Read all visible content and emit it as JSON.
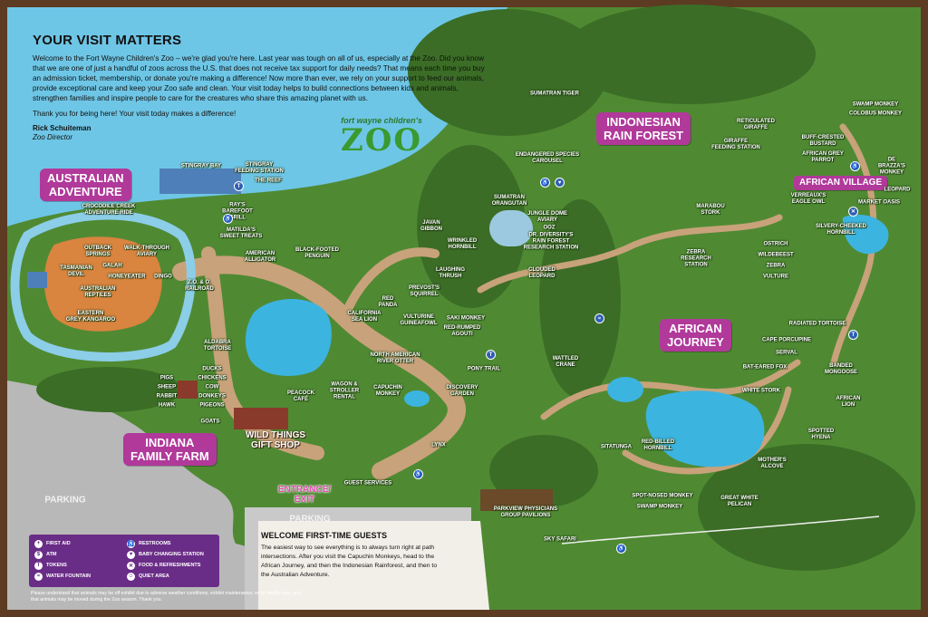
{
  "visit": {
    "title": "YOUR VISIT MATTERS",
    "paragraph1": "Welcome to the Fort Wayne Children's Zoo – we're glad you're here. Last year was tough on all of us, especially at the Zoo. Did you know that we are one of just a handful of zoos across the U.S. that does not receive tax support for daily needs? That means each time you buy an admission ticket, membership, or donate you're making a difference! Now more than ever, we rely on your support to feed our animals, provide exceptional care and keep your Zoo safe and clean. Your visit today helps to build connections between kids and animals, strengthen families and inspire people to care for the creatures who share this amazing planet with us.",
    "paragraph2": "Thank you for being here! Your visit today makes a difference!",
    "signature_name": "Rick Schuiteman",
    "signature_role": "Zoo Director"
  },
  "logo": {
    "small_text": "fort wayne children's",
    "big_text": "ZOO"
  },
  "regions": {
    "australian": "AUSTRALIAN\nADVENTURE",
    "indonesian": "INDONESIAN\nRAIN FOREST",
    "african_journey": "AFRICAN\nJOURNEY",
    "african_village": "AFRICAN VILLAGE",
    "indiana": "INDIANA\nFAMILY FARM"
  },
  "labels": {
    "crocodile": "CROCODILE CREEK\nADVENTURE RIDE",
    "outback": "OUTBACK\nSPRINGS",
    "walkthrough": "WALK-THROUGH\nAVIARY",
    "galah": "GALAH",
    "tasmanian": "TASMANIAN\nDEVIL",
    "honeyeater": "HONEYEATER",
    "dingo": "DINGO",
    "reptiles": "AUSTRALIAN\nREPTILES",
    "kangaroo": "EASTERN\nGREY KANGAROO",
    "stingray_bay": "STINGRAY BAY",
    "stingray_feeding": "STINGRAY\nFEEDING STATION",
    "reef": "THE REEF",
    "rays": "RAY'S\nBAREFOOT\nGRILL",
    "matildas": "MATILDA'S\nSWEET TREATS",
    "alligator": "AMERICAN\nALLIGATOR",
    "penguin": "BLACK-FOOTED\nPENGUIN",
    "railroad": "Z.O. & O.\nRAILROAD",
    "sea_lion": "CALIFORNIA\nSEA LION",
    "aldabra": "ALDABRA\nTORTOISE",
    "red_panda": "RED\nPANDA",
    "vulture_guinea": "VULTURINE\nGUINEAFOWL",
    "prevost": "PREVOST'S\nSQUIRREL",
    "saki": "SAKI MONKEY",
    "agouti": "RED-RUMPED\nAGOUTI",
    "laughing": "LAUGHING\nTHRUSH",
    "river_otter": "NORTH AMERICAN\nRIVER OTTER",
    "pony": "PONY TRAIL",
    "ducks": "DUCKS",
    "pigs": "PIGS",
    "chickens": "CHICKENS",
    "sheep": "SHEEP",
    "cow": "COW",
    "rabbit": "RABBIT",
    "donkeys": "DONKEYS",
    "hawk": "HAWK",
    "pigeons": "PIGEONS",
    "goats": "GOATS",
    "peacock": "PEACOCK\nCAFÉ",
    "wagon": "WAGON &\nSTROLLER\nRENTAL",
    "capuchin": "CAPUCHIN\nMONKEY",
    "discovery": "DISCOVERY\nGARDEN",
    "lynx": "LYNX",
    "gift_shop": "WILD THINGS\nGIFT SHOP",
    "guest_services": "GUEST SERVICES",
    "entrance": "ENTRANCE/\nEXIT",
    "parking1": "PARKING",
    "parking2": "PARKING",
    "sumatran_tiger": "SUMATRAN TIGER",
    "carousel": "ENDANGERED SPECIES\nCAROUSEL",
    "orangutan": "SUMATRAN\nORANGUTAN",
    "jungle_dome": "JUNGLE DOME\nAVIARY",
    "javan": "JAVAN\nGIBBON",
    "wrinkled": "WRINKLED\nHORNBILL",
    "ooz": "OOZ",
    "research": "DR. DIVERSITY'S\nRAIN FOREST\nRESEARCH STATION",
    "clouded": "CLOUDED\nLEOPARD",
    "wattled": "WATTLED\nCRANE",
    "sitatunga": "SITATUNGA",
    "red_billed": "RED-BILLED\nHORNBILL",
    "spot_nosed": "SPOT-NOSED MONKEY",
    "swamp_monkey2": "SWAMP MONKEY",
    "white_pelican": "GREAT WHITE\nPELICAN",
    "mothers": "MOTHER'S\nALCOVE",
    "parkview": "PARKVIEW PHYSICIANS\nGROUP PAVILIONS",
    "sky_safari": "SKY SAFARI",
    "reticulated": "RETICULATED\nGIRAFFE",
    "giraffe_feeding": "GIRAFFE\nFEEDING STATION",
    "buff_crested": "BUFF-CRESTED\nBUSTARD",
    "african_grey": "AFRICAN GREY\nPARROT",
    "swamp_monkey": "SWAMP MONKEY",
    "colobus": "COLOBUS MONKEY",
    "debrazza": "DE BRAZZA'S\nMONKEY",
    "leopard": "LEOPARD",
    "verreaux": "VERREAUX'S\nEAGLE OWL",
    "market": "MARKET OASIS",
    "marabou": "MARABOU\nSTORK",
    "silvery": "SILVERY-CHEEKED\nHORNBILL",
    "zebra_station": "ZEBRA\nRESEARCH\nSTATION",
    "ostrich": "OSTRICH",
    "wildebeest": "WILDEBEEST",
    "zebra": "ZEBRA",
    "vulture": "VULTURE",
    "radiated": "RADIATED TORTOISE",
    "cape": "CAPE PORCUPINE",
    "serval": "SERVAL",
    "bat_eared": "BAT-EARED FOX",
    "banded": "BANDED\nMONGOOSE",
    "white_stork": "WHITE STORK",
    "african_lion": "AFRICAN\nLION",
    "spotted_hyena": "SPOTTED\nHYENA"
  },
  "welcome": {
    "title": "WELCOME FIRST-TIME GUESTS",
    "text": "The easiest way to see everything is to always turn right at path intersections. After you visit the Capuchin Monkeys, head to the African Journey, and then the Indonesian Rainforest, and then to the Australian Adventure."
  },
  "legend": [
    {
      "icon": "+",
      "label": "FIRST AID"
    },
    {
      "icon": "♿",
      "label": "RESTROOMS"
    },
    {
      "icon": "$",
      "label": "ATM"
    },
    {
      "icon": "♥",
      "label": "BABY CHANGING STATION"
    },
    {
      "icon": "T",
      "label": "TOKENS"
    },
    {
      "icon": "✕",
      "label": "FOOD & REFRESHMENTS"
    },
    {
      "icon": "≈",
      "label": "WATER FOUNTAIN"
    },
    {
      "icon": "☺",
      "label": "QUIET AREA"
    }
  ],
  "disclaimer": "Please understand that animals may be off exhibit due to adverse weather conditions, exhibit maintenance, or for health care, and that animals may be moved during the Zoo season. Thank you.",
  "colors": {
    "grass": "#4f8a33",
    "grass_dark": "#3b6d26",
    "water": "#6ec6e6",
    "lake": "#3cb4e0",
    "path": "#c8a27a",
    "region_banner": "#b0399a",
    "legend_bg": "#6a2d87",
    "parking": "#b8b8b8",
    "border": "#5d3b22"
  }
}
